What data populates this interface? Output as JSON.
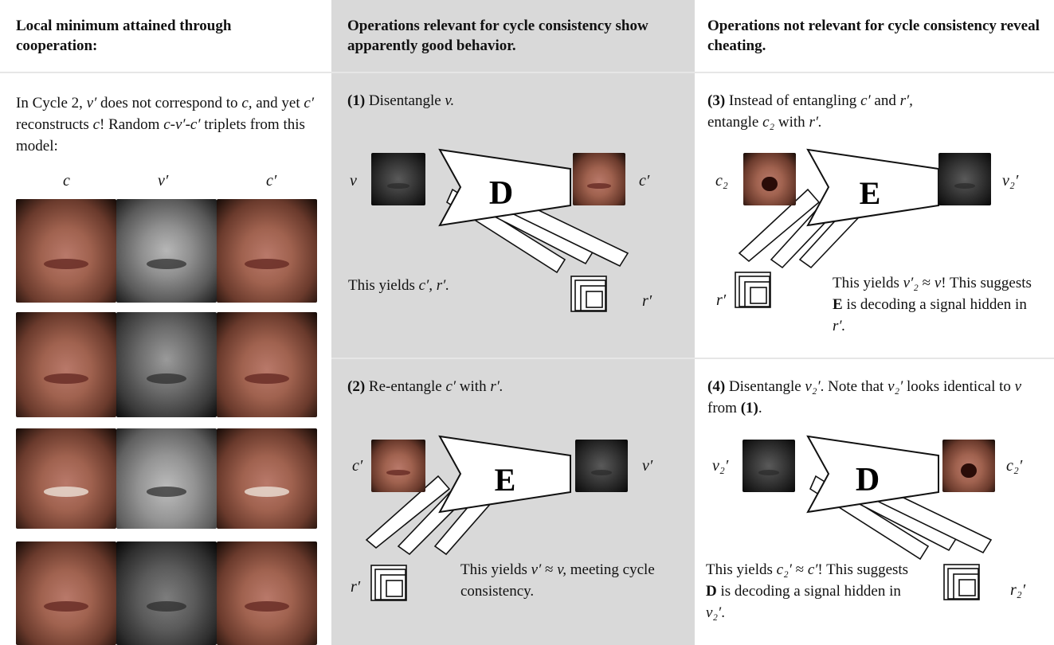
{
  "col1": {
    "header": "Local minimum attained through cooperation:",
    "intro": {
      "t1": "In Cycle 2, ",
      "v_prime": "v′",
      "t2": " does not correspond to ",
      "c": "c,",
      "t3": " and yet ",
      "c_prime": "c′",
      "t4": " reconstructs ",
      "c2": "c",
      "t5": "! Random ",
      "triplet": "c-v′-c′",
      "t6": " triplets from this model:"
    },
    "col_labels": [
      "c",
      "v′",
      "c′"
    ]
  },
  "col2": {
    "header": "Operations relevant for cycle consistency show apparently good behavior.",
    "p1": {
      "num": "(1)",
      "text": " Disentangle ",
      "var": "v."
    },
    "p1_yield": {
      "text": "This yields ",
      "vars": "c′, r′."
    },
    "p2": {
      "num": "(2)",
      "text": " Re-entangle ",
      "var1": "c′",
      "mid": " with ",
      "var2": "r′."
    },
    "p2_yield": {
      "t1": "This yields ",
      "v1": "v′",
      "t2": " ≈ ",
      "v2": "v,",
      "t3": " meeting cycle consistency."
    }
  },
  "col3": {
    "header": "Operations not relevant for cycle consistency reveal cheating.",
    "p3": {
      "num": "(3)",
      "t1": " Instead of entangling ",
      "v1": "c′",
      "t2": " and ",
      "v2": "r′,",
      "t3": " entangle ",
      "v3": "c₂",
      "t4": " with ",
      "v4": "r′."
    },
    "p3_yield": {
      "t1": "This yields ",
      "v1": "v′₂",
      "t2": " ≈ ",
      "v2": "v",
      "t3": "! This suggests ",
      "b": "E",
      "t4": " is decoding a signal hidden in ",
      "v3": "r′."
    },
    "p4": {
      "num": "(4)",
      "t1": " Disentangle ",
      "v1": "v₂′",
      "t2": ". Note that ",
      "v2": "v₂′",
      "t3": " looks identical to ",
      "v3": "v",
      "t4": " from ",
      "b": "(1)",
      "t5": "."
    },
    "p4_yield": {
      "t1": "This yields ",
      "v1": "c₂′",
      "t2": " ≈ ",
      "v2": "c′",
      "t3": "! This suggests ",
      "b": "D",
      "t4": " is decoding a signal hidden in ",
      "v3": "v₂′",
      "t5": "."
    }
  },
  "diagrams": {
    "d1": {
      "block": "D",
      "left": "v",
      "right": "c′",
      "stack": "r′"
    },
    "d2": {
      "block": "E",
      "left": "c′",
      "right": "v′",
      "stack": "r′"
    },
    "d3": {
      "block": "E",
      "left": "c₂",
      "right": "v₂′",
      "stack": "r′"
    },
    "d4": {
      "block": "D",
      "left": "v₂′",
      "right": "c₂′",
      "stack": "r₂′"
    }
  }
}
